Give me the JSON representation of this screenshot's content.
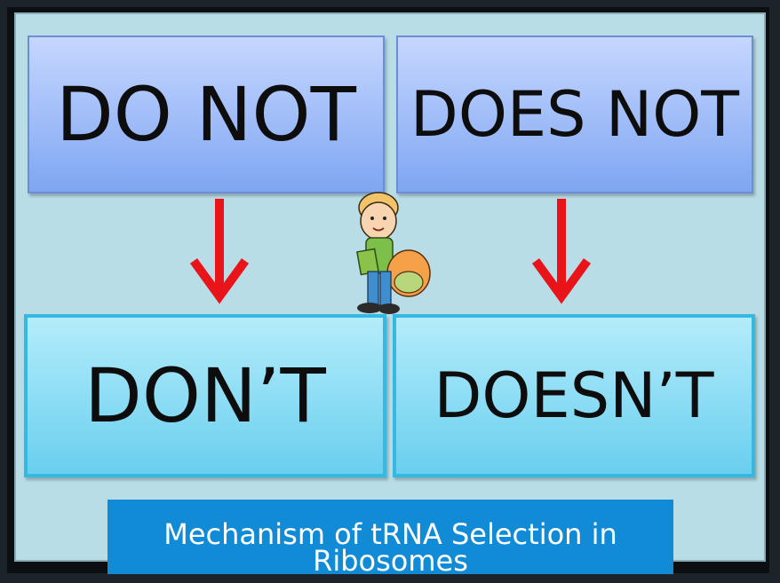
{
  "boxes": {
    "do_not": "DO NOT",
    "does_not": "DOES NOT",
    "dont": "DON’T",
    "doesnt": "DOESN’T"
  },
  "caption": "Mechanism of tRNA Selection in Ribosomes",
  "colors": {
    "top_box": "#8fb2f6",
    "bottom_box": "#7dd8f2",
    "arrow": "#e8141a",
    "caption_bg": "#118bd6",
    "panel_bg": "#b9dde6"
  },
  "icons": [
    "down-arrow-icon",
    "cartoon-boy-with-backpack"
  ]
}
